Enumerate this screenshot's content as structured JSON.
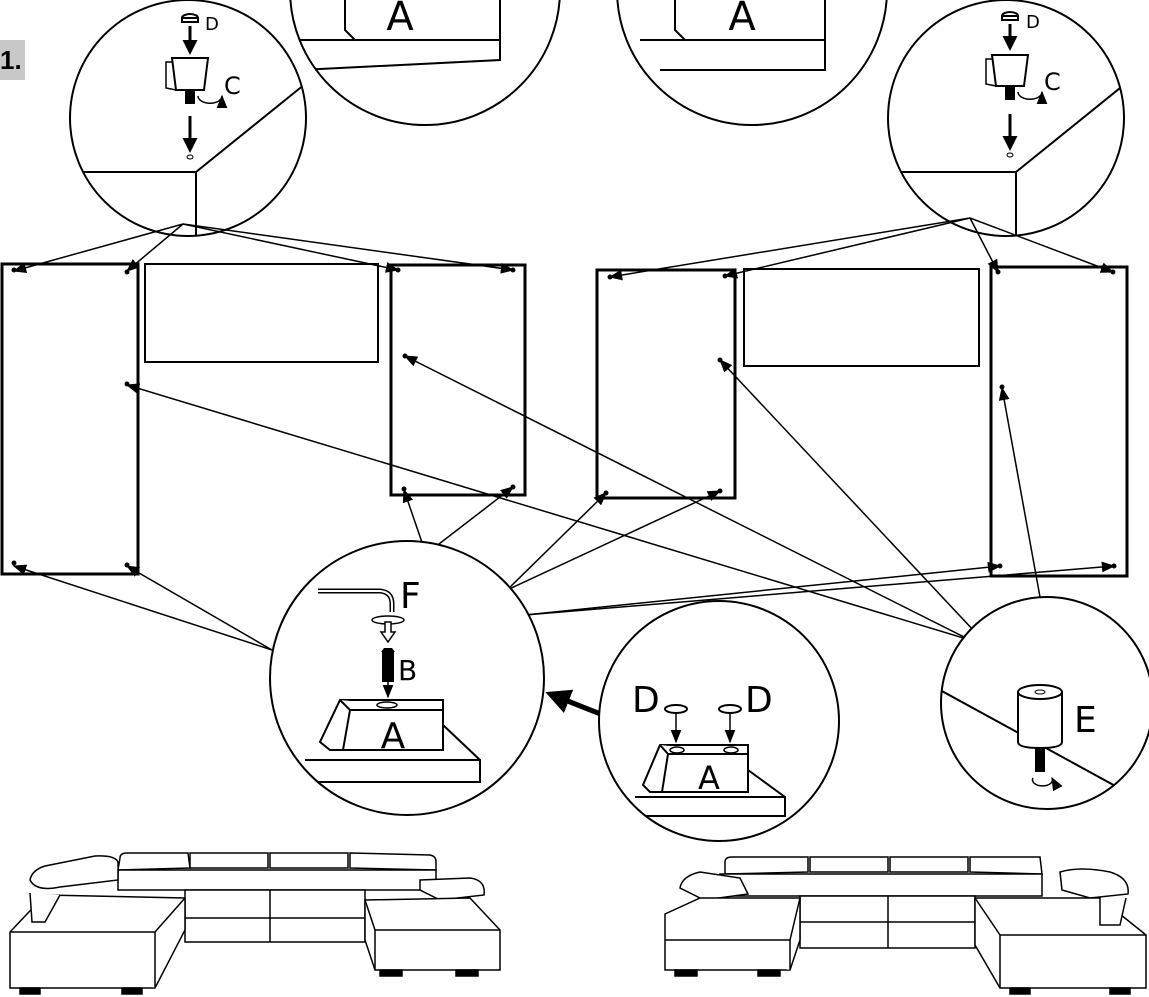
{
  "step": {
    "number": "1."
  },
  "labels": {
    "part_a": "A",
    "part_b": "B",
    "part_c": "C",
    "part_d": "D",
    "part_e": "E",
    "part_f": "F"
  },
  "colors": {
    "ink": "#000000",
    "paper": "#ffffff",
    "badge": "#c8c8c8"
  }
}
